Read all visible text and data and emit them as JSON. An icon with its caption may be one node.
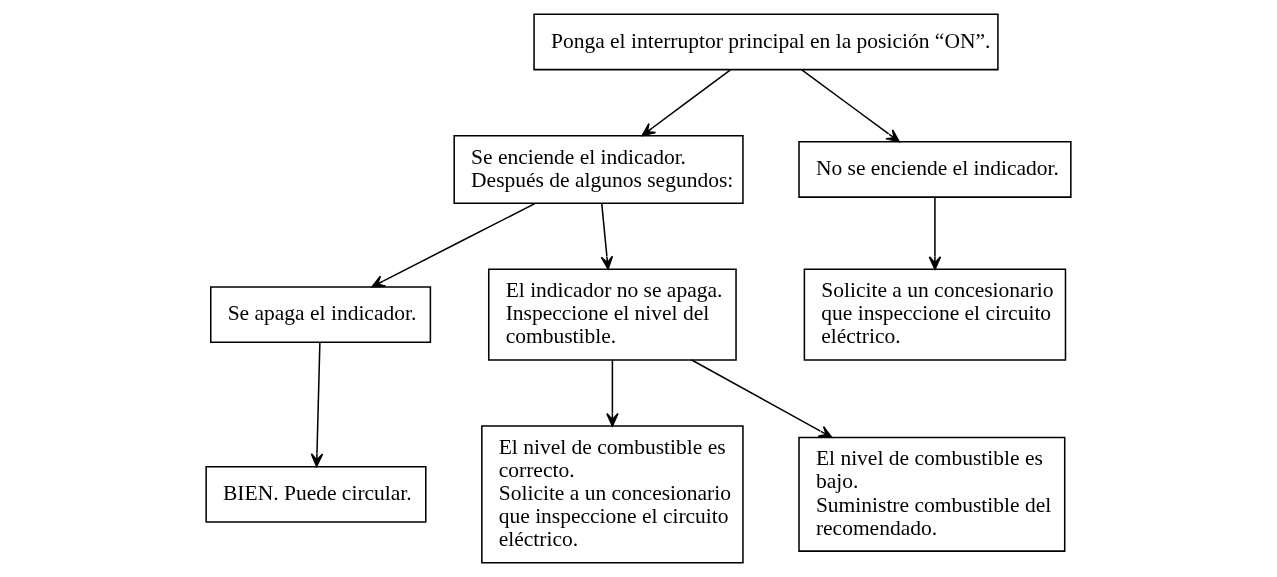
{
  "diagram": {
    "nodes": [
      {
        "text": [
          "Ponga el interruptor principal en la posición “ON”."
        ]
      },
      {
        "text": [
          "Se enciende el indicador.",
          "Después de algunos segundos:"
        ]
      },
      {
        "text": [
          "No se enciende el indicador."
        ]
      },
      {
        "text": [
          "Se apaga el indicador."
        ]
      },
      {
        "text": [
          "El indicador no se apaga.",
          "Inspeccione el nivel del combustible."
        ]
      },
      {
        "text": [
          "Solicite a un concesionario que inspeccione el circuito eléctrico."
        ]
      },
      {
        "text": [
          "BIEN. Puede circular."
        ]
      },
      {
        "text": [
          "El nivel de combustible es correcto.",
          "Solicite a un concesionario que inspeccione el circuito eléctrico."
        ]
      },
      {
        "text": [
          "El nivel de combustible es bajo.",
          "Suministre combustible del recomendado."
        ]
      }
    ],
    "edges": [
      {
        "from": 0,
        "to": 1,
        "arrow": "to"
      },
      {
        "from": 0,
        "to": 2,
        "arrow": "to"
      },
      {
        "from": 1,
        "to": 3,
        "arrow": "to"
      },
      {
        "from": 1,
        "to": 4,
        "arrow": "to"
      },
      {
        "from": 2,
        "to": 5,
        "arrow": "to"
      },
      {
        "from": 3,
        "to": 6,
        "arrow": "to"
      },
      {
        "from": 4,
        "to": 7,
        "arrow": "to"
      },
      {
        "from": 4,
        "to": 8,
        "arrow": "to"
      }
    ]
  }
}
